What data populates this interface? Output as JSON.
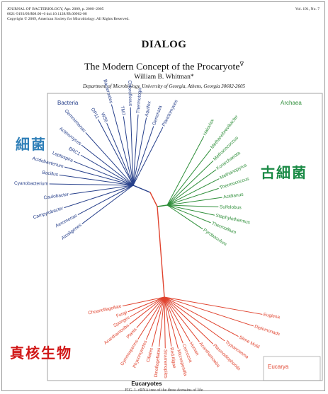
{
  "header": {
    "journal_line": "JOURNAL OF BACTERIOLOGY, Apr. 2009, p. 2000–2005",
    "doi_line": "0021-9193/09/$08.00+0   doi:10.1128/JB.00962-08",
    "copyright_line": "Copyright © 2009, American Society for Microbiology. All Rights Reserved.",
    "volume": "Vol. 191, No. 7"
  },
  "article": {
    "section": "DIALOG",
    "title": "The Modern Concept of the Procaryote",
    "title_mark": "∇",
    "author": "William B. Whitman*",
    "affiliation": "Department of Microbiology, University of Georgia, Athens, Georgia 30602-2605"
  },
  "figure": {
    "domains": {
      "bacteria": "Bacteria",
      "archaea": "Archaea",
      "eukarya_box": "Eucarya",
      "eucaryotes": "Eucaryotes"
    },
    "colors": {
      "bacteria": "#27408b",
      "archaea": "#2f8f3a",
      "eukarya": "#e0432e",
      "frame": "#8d8d8d"
    },
    "bacteria_taxa": [
      "OP11",
      "WS6",
      "Bacteroides",
      "TM7",
      "Chloroflexus",
      "Thermotoga",
      "Aquifex",
      "Gemmata",
      "Planctomyces",
      "Gemmimonas",
      "Actinomyces",
      "BRC1",
      "Leptospira",
      "Acidobacterium",
      "Bacillus",
      "Cyanobacterium",
      "Caulobacter",
      "Campylobacter",
      "Aeromonas",
      "Alcaligenes"
    ],
    "archaea_taxa": [
      "Haloviax",
      "Methanobrevibacter",
      "Methanococcus",
      "Korarchaeota",
      "Methanopyrus",
      "Thermococcus",
      "Acidianus",
      "Sulfolobus",
      "Staphylothermus",
      "Thermofilum",
      "Pyrobaculum"
    ],
    "eukarya_taxa": [
      "Choanoflagellate",
      "Fungi",
      "Sponges",
      "Acanthamoeba",
      "Plants",
      "Gymnosperms",
      "Phycomycetes",
      "Ciliates",
      "Dinoflagellates",
      "Stramenopiles",
      "Red Algae",
      "Microsporidia",
      "Cercozoa",
      "Human",
      "Acanthamoeba",
      "Plasmodiophorids",
      "Trypanosoma",
      "Slime Mold",
      "Diplomonads",
      "Euglena"
    ],
    "chinese_labels": {
      "bacteria": "細菌",
      "archaea": "古細菌",
      "eukarya": "真核生物"
    },
    "caption_fragment": "FIG. 1. rRNA tree of the three domains of life"
  }
}
